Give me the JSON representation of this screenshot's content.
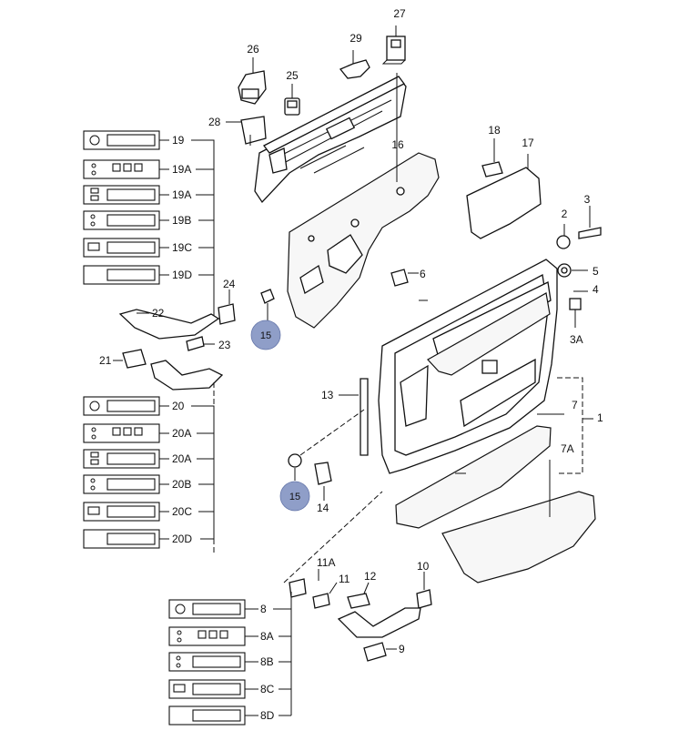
{
  "callouts": {
    "c27": "27",
    "c29": "29",
    "c26": "26",
    "c25": "25",
    "c28": "28",
    "c16": "16",
    "c18": "18",
    "c17": "17",
    "c3": "3",
    "c2": "2",
    "c5": "5",
    "c6": "6",
    "c4": "4",
    "c3A": "3A",
    "c24": "24",
    "c22": "22",
    "c23": "23",
    "c21": "21",
    "c13": "13",
    "c14": "14",
    "c7": "7",
    "c1": "1",
    "c7A": "7A",
    "c11A": "11A",
    "c11": "11",
    "c12": "12",
    "c10": "10",
    "c9": "9"
  },
  "highlight_marks": {
    "top": "15",
    "bottom": "15"
  },
  "radio_group_19": [
    "19",
    "19A",
    "19A",
    "19B",
    "19C",
    "19D"
  ],
  "radio_group_20": [
    "20",
    "20A",
    "20A",
    "20B",
    "20C",
    "20D"
  ],
  "radio_group_8": [
    "8",
    "8A",
    "8B",
    "8C",
    "8D"
  ],
  "colors": {
    "highlight_circle": "#8f9ec8",
    "line": "#111111"
  }
}
